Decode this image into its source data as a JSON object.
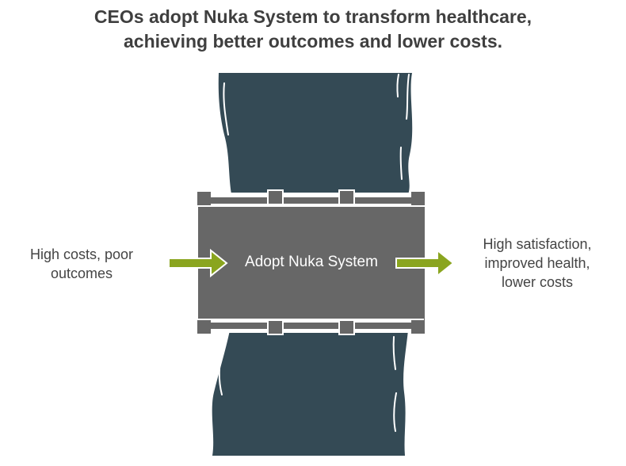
{
  "title": {
    "line1": "CEOs adopt Nuka System to transform healthcare,",
    "line2": "achieving better outcomes and lower costs."
  },
  "input": {
    "line1": "High costs, poor",
    "line2": "outcomes"
  },
  "process": {
    "label": "Adopt Nuka System"
  },
  "output": {
    "line1": "High satisfaction,",
    "line2": "improved health,",
    "line3": "lower costs"
  },
  "colors": {
    "river": "#344a55",
    "bridge": "#676767",
    "arrow": "#8aa51f",
    "text": "#444444",
    "title": "#3f3f3f"
  },
  "icons": {
    "input_arrow": "arrow-right-icon",
    "output_arrow": "arrow-right-icon"
  }
}
